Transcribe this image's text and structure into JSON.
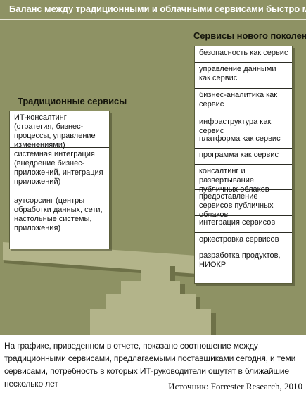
{
  "title": "Баланс между традиционными и облачными сервисами быстро меняется",
  "traditional": {
    "heading": "Традиционные сервисы",
    "items": [
      "ИТ-консалтинг (стратегия, бизнес-процессы, управление изменениями)",
      "системная интеграция (внедрение бизнес-приложений, интеграция приложений)",
      "аутсорсинг (центры обработки данных, сети, настольные системы, приложения)"
    ]
  },
  "next_gen": {
    "heading": "Сервисы нового поколения",
    "items": [
      "безопасность как сервис",
      "управление данными как сервис",
      "бизнес-аналитика как сервис",
      "инфраструктура как сервис",
      "платформа как сервис",
      "программа как сервис",
      "консалтинг и развертывание публичных облаков",
      "предоставление сервисов публичных облаков",
      "интеграция сервисов",
      "оркестровка сервисов",
      "разработка продуктов, НИОКР"
    ]
  },
  "caption": "На графике, приведенном в отчете, показано соотношение между традиционными сервисами, предлагаемыми поставщиками сегодня, и теми сервисами, потребность в которых ИТ-руководители ощутят в ближайшие несколько лет",
  "source": "Источник: Forrester Research, 2010",
  "colors": {
    "background": "#8e9264",
    "scale": "#b3b48a",
    "scale_shadow": "#6e7148",
    "card": "#ffffff"
  }
}
